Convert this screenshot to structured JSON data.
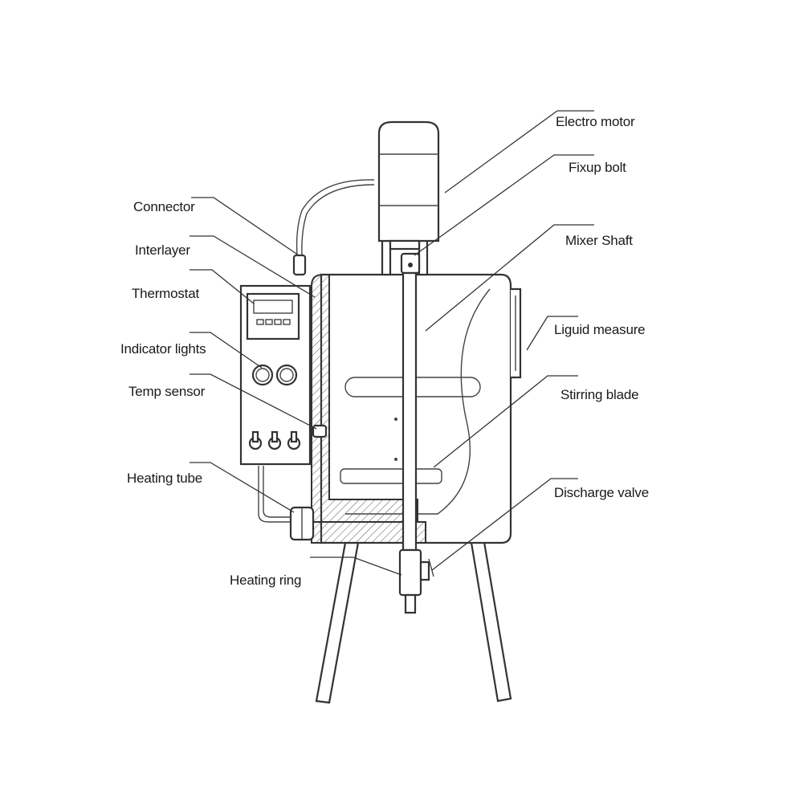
{
  "labels": {
    "electro_motor": "Electro motor",
    "fixup_bolt": "Fixup bolt",
    "mixer_shaft": "Mixer Shaft",
    "liquid_measure": "Liguid measure",
    "stirring_blade": "Stirring blade",
    "discharge_valve": "Discharge valve",
    "connector": "Connector",
    "interlayer": "Interlayer",
    "thermostat": "Thermostat",
    "indicator_lights": "Indicator lights",
    "temp_sensor": "Temp sensor",
    "heating_tube": "Heating tube",
    "heating_ring": "Heating ring"
  }
}
